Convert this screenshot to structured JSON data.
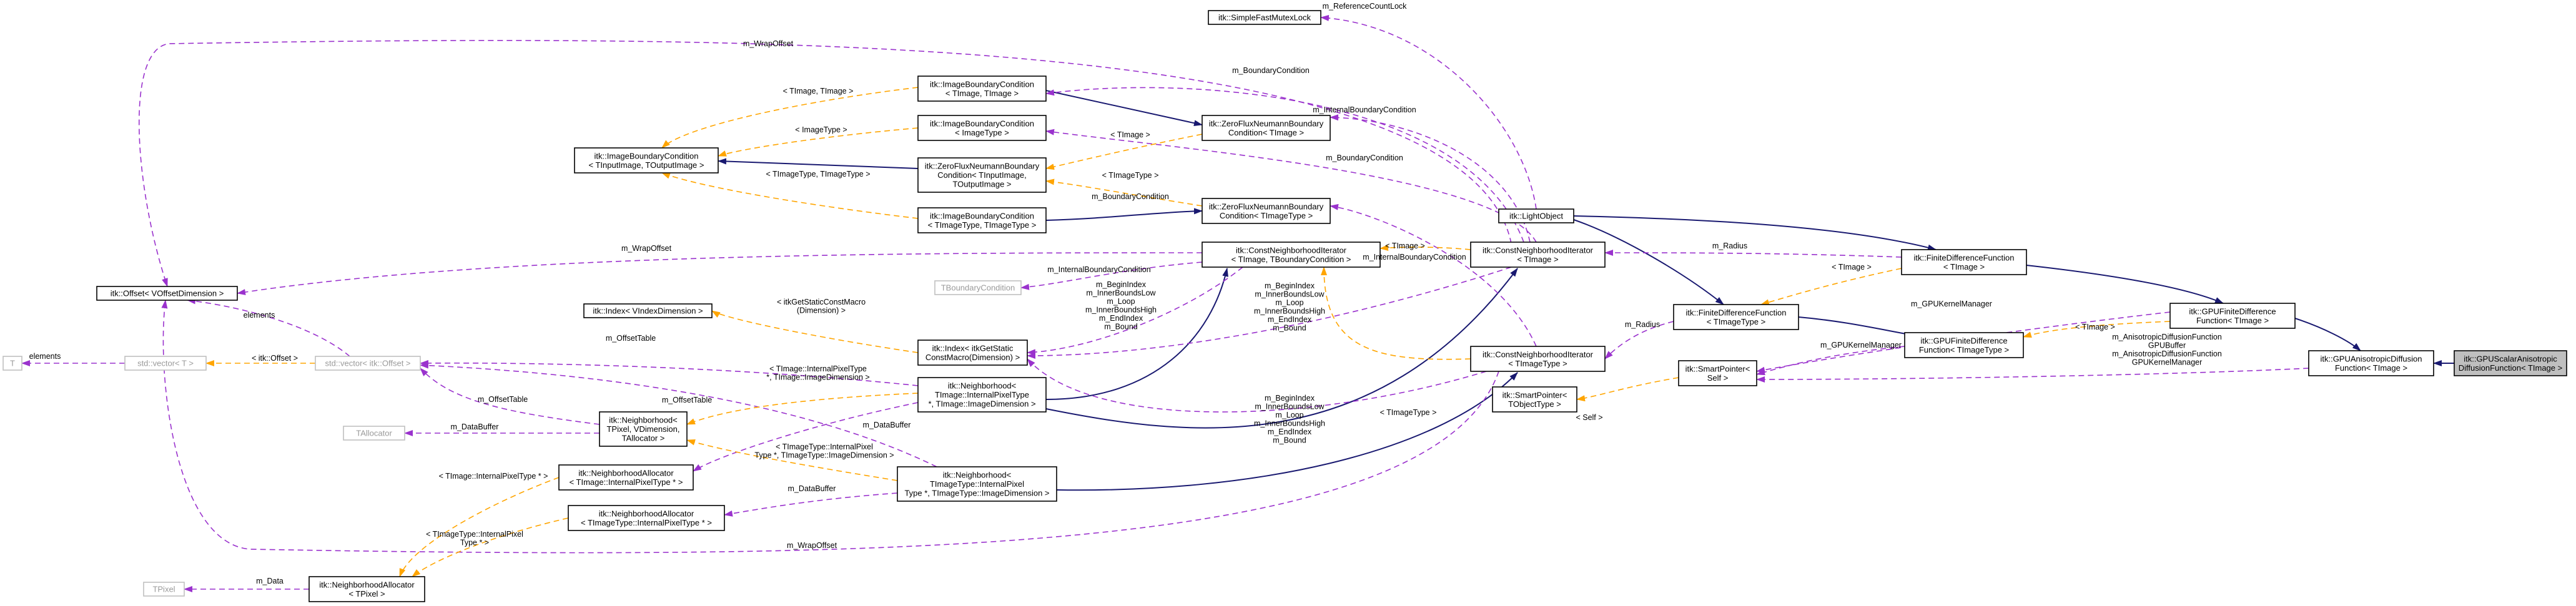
{
  "colors": {
    "inheritance": "#191970",
    "usage": "#9a32cd",
    "template": "#ffa500",
    "focus_fill": "#bfbfbf"
  },
  "nodes": [
    {
      "id": "fastmutex",
      "lines": [
        "itk::SimpleFastMutexLock"
      ]
    },
    {
      "id": "ibc_img_img",
      "lines": [
        "itk::ImageBoundaryCondition",
        "< TImage, TImage >"
      ]
    },
    {
      "id": "ibc_imagetype",
      "lines": [
        "itk::ImageBoundaryCondition",
        "< ImageType >"
      ]
    },
    {
      "id": "ibc_generic",
      "lines": [
        "itk::ImageBoundaryCondition",
        "< TInputImage, TOutputImage >"
      ]
    },
    {
      "id": "zfn_generic",
      "lines": [
        "itk::ZeroFluxNeumannBoundary",
        "Condition< TInputImage,",
        "TOutputImage >"
      ]
    },
    {
      "id": "ibc_timagetype",
      "lines": [
        "itk::ImageBoundaryCondition",
        "< TImageType, TImageType >"
      ]
    },
    {
      "id": "zfn_timage",
      "lines": [
        "itk::ZeroFluxNeumannBoundary",
        "Condition< TImage >"
      ]
    },
    {
      "id": "zfn_timagetype",
      "lines": [
        "itk::ZeroFluxNeumannBoundary",
        "Condition< TImageType >"
      ]
    },
    {
      "id": "cni_boundary",
      "lines": [
        "itk::ConstNeighborhoodIterator",
        "< TImage, TBoundaryCondition >"
      ]
    },
    {
      "id": "lightobject",
      "lines": [
        "itk::LightObject"
      ]
    },
    {
      "id": "cni_timage",
      "lines": [
        "itk::ConstNeighborhoodIterator",
        "< TImage >"
      ]
    },
    {
      "id": "fdf_timage",
      "lines": [
        "itk::FiniteDifferenceFunction",
        "< TImage >"
      ]
    },
    {
      "id": "offset",
      "lines": [
        "itk::Offset< VOffsetDimension >"
      ]
    },
    {
      "id": "tboundary",
      "lines": [
        "TBoundaryCondition"
      ],
      "muted": true
    },
    {
      "id": "index_dim",
      "lines": [
        "itk::Index< VIndexDimension >"
      ]
    },
    {
      "id": "static_const",
      "lines": [
        "itk::Index< itkGetStatic",
        "ConstMacro(Dimension) >"
      ]
    },
    {
      "id": "T",
      "lines": [
        "T"
      ],
      "muted": true
    },
    {
      "id": "vector_t",
      "lines": [
        "std::vector< T >"
      ],
      "muted": true
    },
    {
      "id": "vector_offset",
      "lines": [
        "std::vector< itk::Offset >"
      ],
      "muted": true
    },
    {
      "id": "nb_internal_timage",
      "lines": [
        "itk::Neighborhood<",
        "TImage::InternalPixelType",
        "*, TImage::ImageDimension >"
      ]
    },
    {
      "id": "cni_timagetype",
      "lines": [
        "itk::ConstNeighborhoodIterator",
        "< TImageType >"
      ]
    },
    {
      "id": "fdf_timagetype",
      "lines": [
        "itk::FiniteDifferenceFunction",
        "< TImageType >"
      ]
    },
    {
      "id": "smartpointer_self",
      "lines": [
        "itk::SmartPointer<",
        "Self >"
      ]
    },
    {
      "id": "gpufdf_timagetype",
      "lines": [
        "itk::GPUFiniteDifference",
        "Function< TImageType >"
      ]
    },
    {
      "id": "gpufdf_timage",
      "lines": [
        "itk::GPUFiniteDifference",
        "Function< TImage >"
      ]
    },
    {
      "id": "gpuaniso",
      "lines": [
        "itk::GPUAnisotropicDiffusion",
        "Function< TImage >"
      ]
    },
    {
      "id": "gpuscalar",
      "lines": [
        "itk::GPUScalarAnisotropic",
        "DiffusionFunction< TImage >"
      ],
      "focus": true
    },
    {
      "id": "smartpointer_tobj",
      "lines": [
        "itk::SmartPointer<",
        "TObjectType >"
      ]
    },
    {
      "id": "tallocator",
      "lines": [
        "TAllocator"
      ],
      "muted": true
    },
    {
      "id": "nb_tpixel",
      "lines": [
        "itk::Neighborhood<",
        "TPixel, VDimension,",
        "TAllocator >"
      ]
    },
    {
      "id": "nba_timage",
      "lines": [
        "itk::NeighborhoodAllocator",
        "< TImage::InternalPixelType * >"
      ]
    },
    {
      "id": "nb_internal_timagetype",
      "lines": [
        "itk::Neighborhood<",
        "TImageType::InternalPixel",
        "Type *, TImageType::ImageDimension >"
      ]
    },
    {
      "id": "nba_timagetype",
      "lines": [
        "itk::NeighborhoodAllocator",
        "< TImageType::InternalPixelType * >"
      ]
    },
    {
      "id": "tpixel",
      "lines": [
        "TPixel"
      ],
      "muted": true
    },
    {
      "id": "nba_tpixel",
      "lines": [
        "itk::NeighborhoodAllocator",
        "< TPixel >"
      ]
    }
  ],
  "edge_labels": [
    {
      "id": "lbl_refcount",
      "lines": [
        "m_ReferenceCountLock"
      ]
    },
    {
      "id": "lbl_wrapoffset_top",
      "lines": [
        "m_WrapOffset"
      ]
    },
    {
      "id": "lbl_boundarycondition_1",
      "lines": [
        "m_BoundaryCondition"
      ]
    },
    {
      "id": "lbl_timage_timage",
      "lines": [
        "< TImage, TImage >"
      ]
    },
    {
      "id": "lbl_internal_bc_1",
      "lines": [
        "m_InternalBoundaryCondition"
      ]
    },
    {
      "id": "lbl_imagetype",
      "lines": [
        "< ImageType >"
      ]
    },
    {
      "id": "lbl_timage_1",
      "lines": [
        "< TImage >"
      ]
    },
    {
      "id": "lbl_boundarycondition_2",
      "lines": [
        "m_BoundaryCondition"
      ]
    },
    {
      "id": "lbl_timagetype_pair",
      "lines": [
        "< TImageType, TImageType >"
      ]
    },
    {
      "id": "lbl_timagetype_1",
      "lines": [
        "< TImageType >"
      ]
    },
    {
      "id": "lbl_boundarycondition_3",
      "lines": [
        "m_BoundaryCondition"
      ]
    },
    {
      "id": "lbl_wrapoffset_mid",
      "lines": [
        "m_WrapOffset"
      ]
    },
    {
      "id": "lbl_timage_2",
      "lines": [
        "< TImage >"
      ]
    },
    {
      "id": "lbl_internal_bc_2",
      "lines": [
        "m_InternalBoundaryCondition"
      ]
    },
    {
      "id": "lbl_radius_1",
      "lines": [
        "m_Radius"
      ]
    },
    {
      "id": "lbl_internal_bc_3",
      "lines": [
        "m_InternalBoundaryCondition"
      ]
    },
    {
      "id": "lbl_timage_3",
      "lines": [
        "< TImage >"
      ]
    },
    {
      "id": "lbl_gpukernel_1",
      "lines": [
        "m_GPUKernelManager"
      ]
    },
    {
      "id": "lbl_elements_1",
      "lines": [
        "elements"
      ]
    },
    {
      "id": "lbl_getstatic",
      "lines": [
        "< itkGetStaticConstMacro",
        "(Dimension) >"
      ]
    },
    {
      "id": "lbl_bounds_1",
      "lines": [
        "m_BeginIndex",
        "m_InnerBoundsLow",
        "m_Loop",
        "m_InnerBoundsHigh",
        "m_EndIndex",
        "m_Bound"
      ]
    },
    {
      "id": "lbl_bounds_2",
      "lines": [
        "m_BeginIndex",
        "m_InnerBoundsLow",
        "m_Loop",
        "m_InnerBoundsHigh",
        "m_EndIndex",
        "m_Bound"
      ]
    },
    {
      "id": "lbl_radius_2",
      "lines": [
        "m_Radius"
      ]
    },
    {
      "id": "lbl_timage_4",
      "lines": [
        "< TImage >"
      ]
    },
    {
      "id": "lbl_aniso_gpu",
      "lines": [
        "m_AnisotropicDiffusionFunction",
        "GPUBuffer",
        "m_AnisotropicDiffusionFunction",
        "GPUKernelManager"
      ]
    },
    {
      "id": "lbl_gpukernel_2",
      "lines": [
        "m_GPUKernelManager"
      ]
    },
    {
      "id": "lbl_elements_2",
      "lines": [
        "elements"
      ]
    },
    {
      "id": "lbl_itkoffset",
      "lines": [
        "< itk::Offset >"
      ]
    },
    {
      "id": "lbl_offsettable_1",
      "lines": [
        "m_OffsetTable"
      ]
    },
    {
      "id": "lbl_internal_pair_1",
      "lines": [
        "< TImage::InternalPixelType",
        "*, TImage::ImageDimension >"
      ]
    },
    {
      "id": "lbl_bounds_3",
      "lines": [
        "m_BeginIndex",
        "m_InnerBoundsLow",
        "m_Loop",
        "m_InnerBoundsHigh",
        "m_EndIndex",
        "m_Bound"
      ]
    },
    {
      "id": "lbl_timagetype_2",
      "lines": [
        "< TImageType >"
      ]
    },
    {
      "id": "lbl_self",
      "lines": [
        "< Self >"
      ]
    },
    {
      "id": "lbl_offsettable_2",
      "lines": [
        "m_OffsetTable"
      ]
    },
    {
      "id": "lbl_offsettable_3",
      "lines": [
        "m_OffsetTable"
      ]
    },
    {
      "id": "lbl_databuffer_1",
      "lines": [
        "m_DataBuffer"
      ]
    },
    {
      "id": "lbl_databuffer_2",
      "lines": [
        "m_DataBuffer"
      ]
    },
    {
      "id": "lbl_internal_pair_2",
      "lines": [
        "< TImageType::InternalPixel",
        "Type *, TImageType::ImageDimension >"
      ]
    },
    {
      "id": "lbl_internal_ptr_1",
      "lines": [
        "< TImage::InternalPixelType * >"
      ]
    },
    {
      "id": "lbl_databuffer_3",
      "lines": [
        "m_DataBuffer"
      ]
    },
    {
      "id": "lbl_internal_ptr_2",
      "lines": [
        "< TImageType::InternalPixel",
        "Type * >"
      ]
    },
    {
      "id": "lbl_wrapoffset_bottom",
      "lines": [
        "m_WrapOffset"
      ]
    },
    {
      "id": "lbl_data",
      "lines": [
        "m_Data"
      ]
    }
  ]
}
